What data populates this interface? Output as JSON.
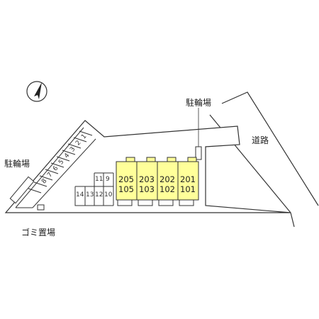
{
  "labels": {
    "bicycle_parking_right": "駐輪場",
    "bicycle_parking_left": "駐輪場",
    "garbage": "ゴミ置場",
    "road": "道路"
  },
  "units": [
    {
      "upper": "205",
      "lower": "105"
    },
    {
      "upper": "203",
      "lower": "103"
    },
    {
      "upper": "202",
      "lower": "102"
    },
    {
      "upper": "201",
      "lower": "101"
    }
  ],
  "parking_diagonal": [
    "1",
    "2",
    "3",
    "4",
    "5",
    "6",
    "7",
    "8"
  ],
  "parking_grid_top": [
    "11",
    "9"
  ],
  "parking_grid_bottom": [
    "14",
    "13",
    "12",
    "10"
  ],
  "colors": {
    "unit_fill": "#ffff9a",
    "line": "#333333",
    "background": "#ffffff"
  },
  "icons": {
    "north": "north-arrow-icon"
  }
}
